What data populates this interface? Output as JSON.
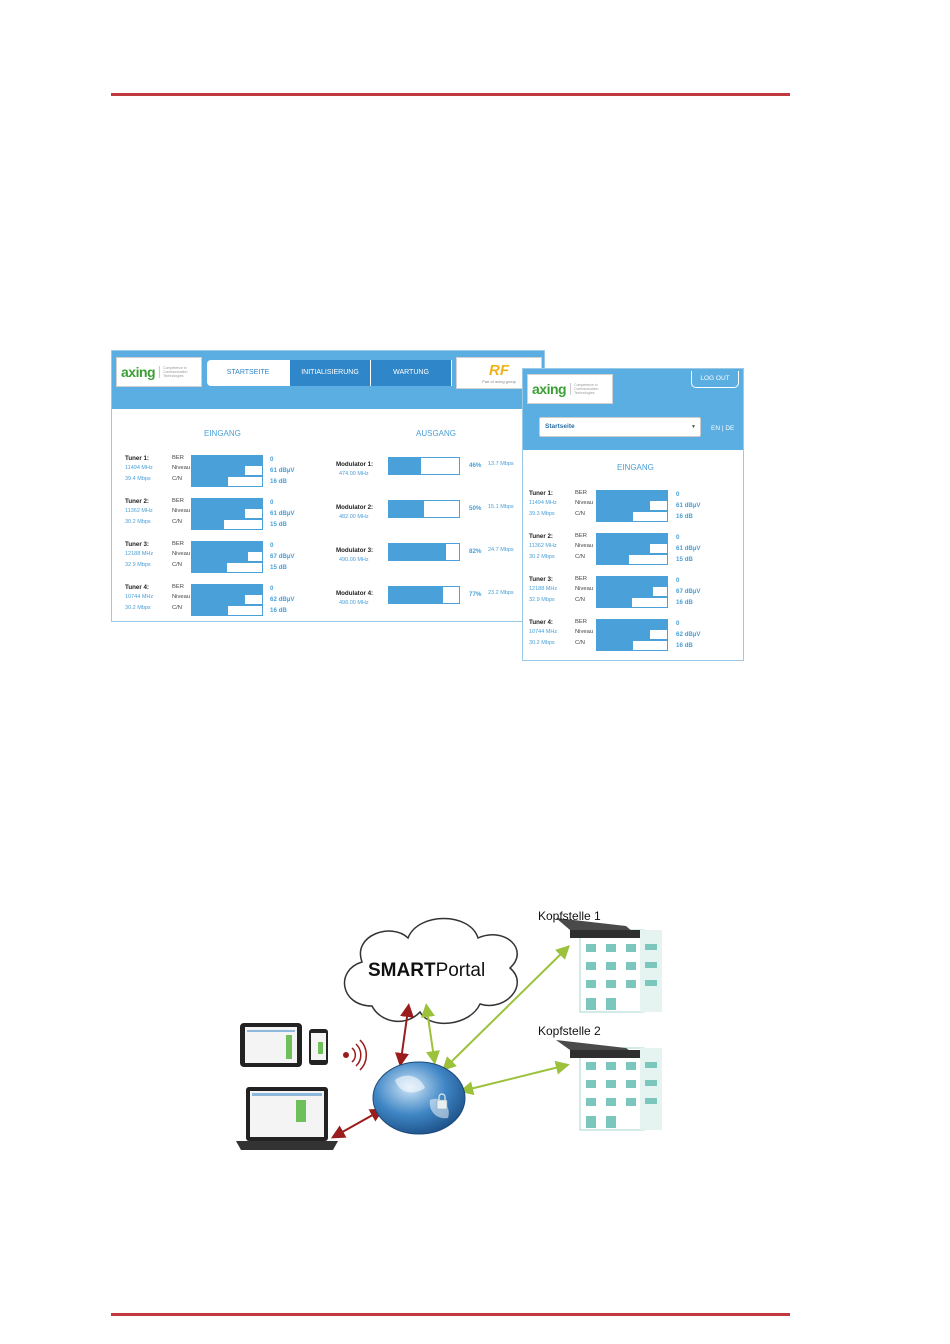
{
  "desktop": {
    "logo": {
      "word": "axing",
      "tagline": "Competence in Communication Technologies"
    },
    "tabs": [
      "STARTSEITE",
      "INITIALISIERUNG",
      "WARTUNG"
    ],
    "partner_logo": {
      "mark": "RF",
      "sub": "Part of axing group"
    },
    "eingang_title": "EINGANG",
    "ausgang_title": "AUSGANG",
    "tuners": [
      {
        "name": "Tuner 1:",
        "freq": "11494 MHz",
        "rate": "39.4 Mbps",
        "ber": "0",
        "niveau": "61 dBµV",
        "cn": "16 dB",
        "niveau_level": 0.77,
        "cn_level": 0.53
      },
      {
        "name": "Tuner 2:",
        "freq": "11362 MHz",
        "rate": "30.2 Mbps",
        "ber": "0",
        "niveau": "61 dBµV",
        "cn": "15 dB",
        "niveau_level": 0.77,
        "cn_level": 0.47
      },
      {
        "name": "Tuner 3:",
        "freq": "12188 MHz",
        "rate": "32.9 Mbps",
        "ber": "0",
        "niveau": "67 dBµV",
        "cn": "15 dB",
        "niveau_level": 0.8,
        "cn_level": 0.51
      },
      {
        "name": "Tuner 4:",
        "freq": "10744 MHz",
        "rate": "30.2 Mbps",
        "ber": "0",
        "niveau": "62 dBµV",
        "cn": "16 dB",
        "niveau_level": 0.77,
        "cn_level": 0.53
      }
    ],
    "labels": {
      "ber": "BER",
      "niveau": "Niveau",
      "cn": "C/N"
    },
    "modulators": [
      {
        "name": "Modulator 1:",
        "freq": "474.00 MHz",
        "pct": "46%",
        "rate": "13.7 Mbps",
        "level": 0.46
      },
      {
        "name": "Modulator 2:",
        "freq": "482.00 MHz",
        "pct": "50%",
        "rate": "15.1 Mbps",
        "level": 0.5
      },
      {
        "name": "Modulator 3:",
        "freq": "490.00 MHz",
        "pct": "82%",
        "rate": "24.7 Mbps",
        "level": 0.82
      },
      {
        "name": "Modulator 4:",
        "freq": "498.00 MHz",
        "pct": "77%",
        "rate": "23.2 Mbps",
        "level": 0.77
      }
    ]
  },
  "mobile": {
    "logout": "LOG OUT",
    "select_value": "Startseite",
    "lang": "EN | DE",
    "eingang_title": "EINGANG",
    "tuners": [
      {
        "name": "Tuner 1:",
        "freq": "11494 MHz",
        "rate": "39.3 Mbps",
        "ber": "0",
        "niveau": "61 dBµV",
        "cn": "16 dB"
      },
      {
        "name": "Tuner 2:",
        "freq": "11362 MHz",
        "rate": "30.2 Mbps",
        "ber": "0",
        "niveau": "61 dBµV",
        "cn": "15 dB"
      },
      {
        "name": "Tuner 3:",
        "freq": "12188 MHz",
        "rate": "32.9 Mbps",
        "ber": "0",
        "niveau": "67 dBµV",
        "cn": "16 dB"
      },
      {
        "name": "Tuner 4:",
        "freq": "10744 MHz",
        "rate": "30.2 Mbps",
        "ber": "0",
        "niveau": "62 dBµV",
        "cn": "16 dB"
      }
    ]
  },
  "diagram": {
    "portal_bold": "SMART",
    "portal_rest": "Portal",
    "kopfstelle_1": "Kopfstelle 1",
    "kopfstelle_2": "Kopfstelle 2"
  }
}
